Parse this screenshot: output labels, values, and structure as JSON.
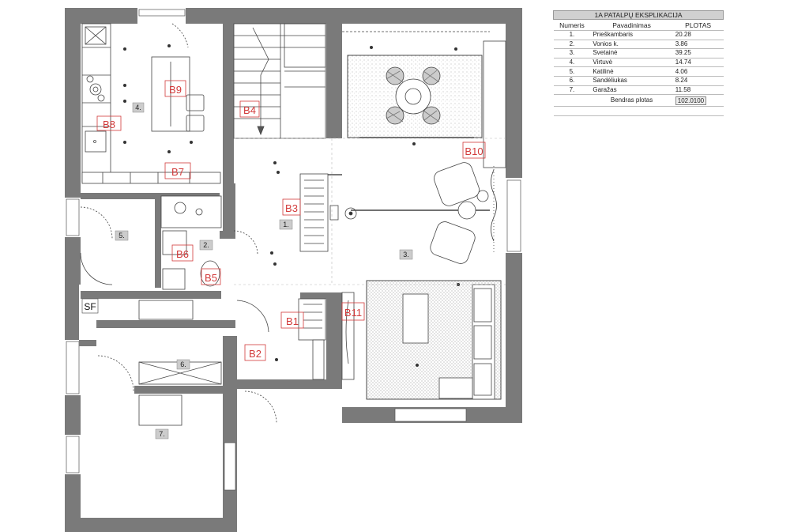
{
  "table": {
    "title": "1A PATALPŲ EKSPLIKACIJA",
    "headers": {
      "number": "Numeris",
      "name": "Pavadinimas",
      "area": "PLOTAS"
    },
    "rows": [
      {
        "number": "1.",
        "name": "Prieškambaris",
        "area": "20.28"
      },
      {
        "number": "2.",
        "name": "Vonios k.",
        "area": "3.86"
      },
      {
        "number": "3.",
        "name": "Svetainė",
        "area": "39.25"
      },
      {
        "number": "4.",
        "name": "Virtuvė",
        "area": "14.74"
      },
      {
        "number": "5.",
        "name": "Katilinė",
        "area": "4.06"
      },
      {
        "number": "6.",
        "name": "Sandėliukas",
        "area": "8.24"
      },
      {
        "number": "7.",
        "name": "Garažas",
        "area": "11.58"
      }
    ],
    "total_label": "Bendras plotas",
    "total_value": "102.0100"
  },
  "room_numbers": {
    "r1": "1.",
    "r2": "2.",
    "r3": "3.",
    "r4": "4.",
    "r5": "5.",
    "r6": "6.",
    "r7": "7."
  },
  "markers": {
    "b1": "B1",
    "b2": "B2",
    "b3": "B3",
    "b4": "B4",
    "b5": "B5",
    "b6": "B6",
    "b7": "B7",
    "b8": "B8",
    "b9": "B9",
    "b10": "B10",
    "b11": "B11"
  },
  "sf_label": "SF",
  "colors": {
    "wall": "#7a7a7a",
    "marker": "#d23a3a",
    "line": "#333333"
  }
}
